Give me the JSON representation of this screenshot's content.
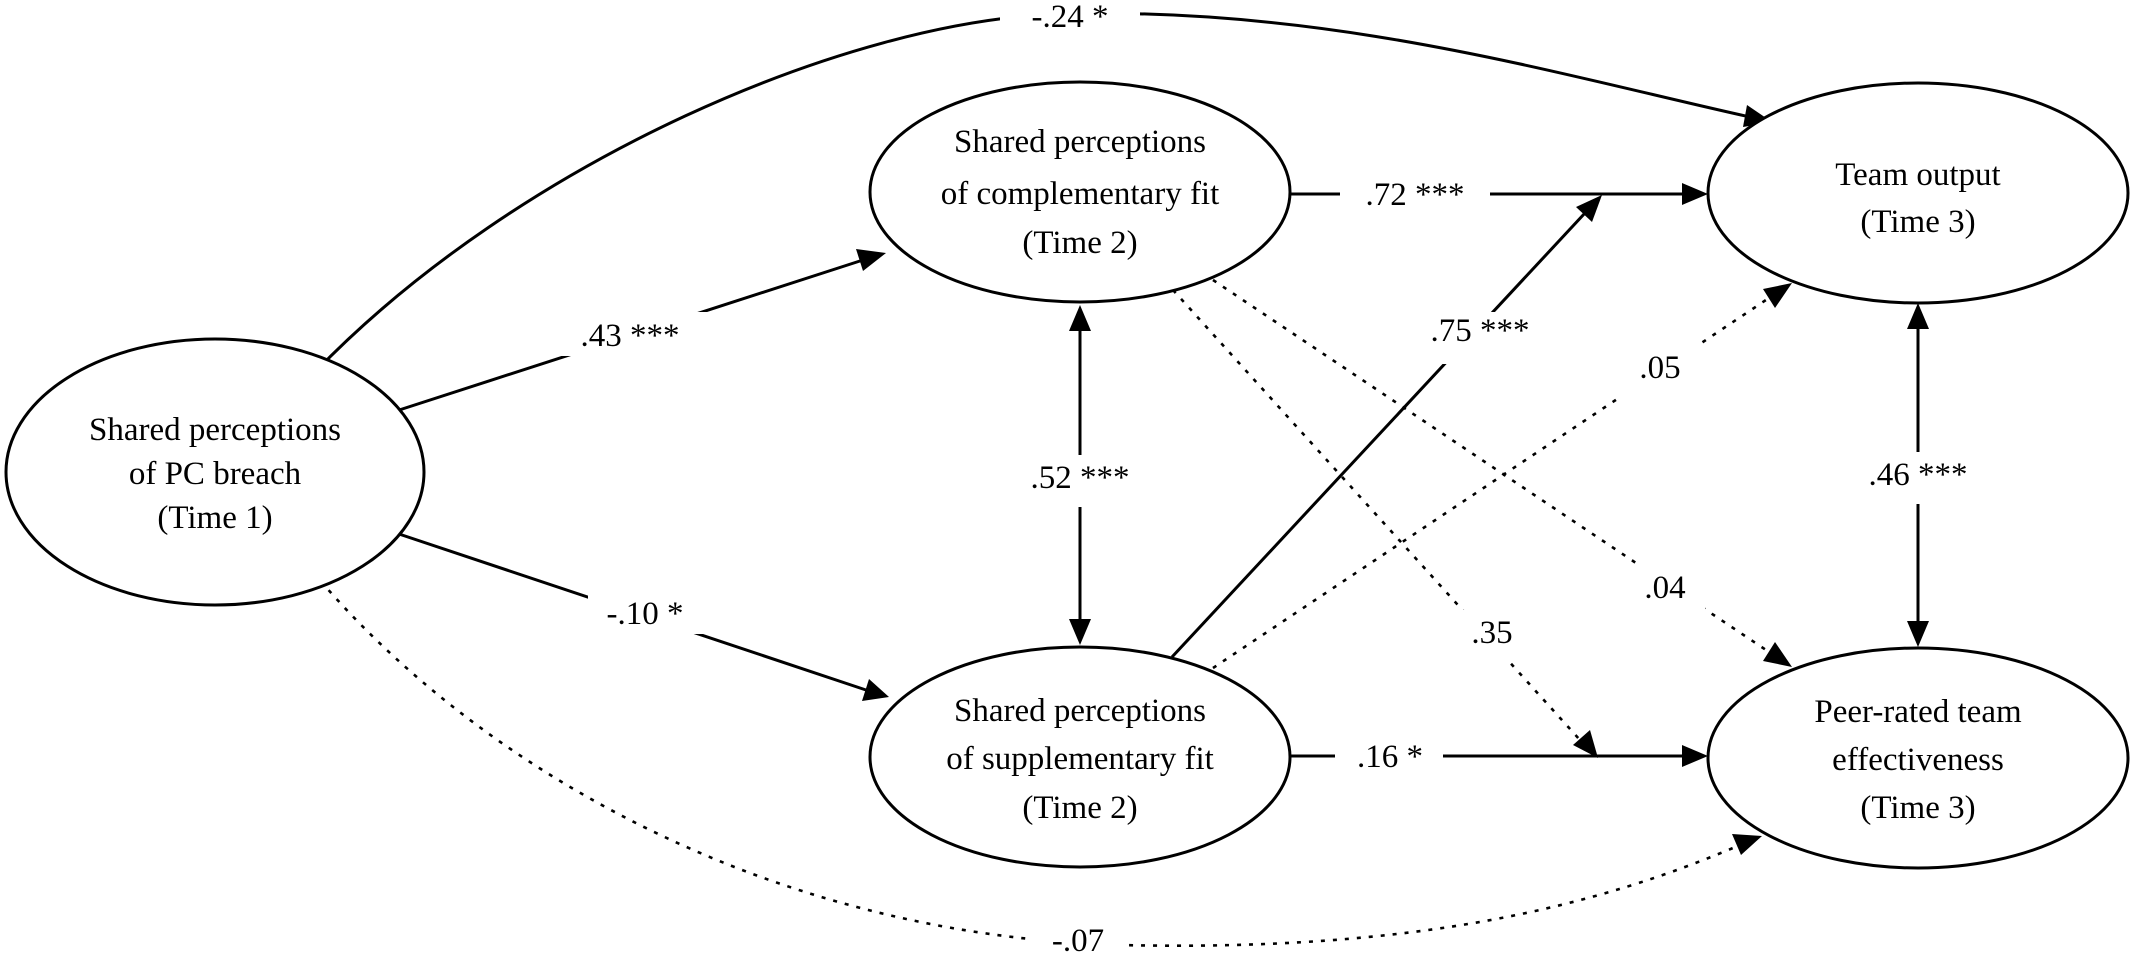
{
  "nodes": {
    "pc_breach": [
      "Shared perceptions",
      "of PC breach",
      "(Time 1)"
    ],
    "complementary_fit": [
      "Shared perceptions",
      "of complementary fit",
      "(Time 2)"
    ],
    "supplementary_fit": [
      "Shared perceptions",
      "of supplementary fit",
      "(Time 2)"
    ],
    "team_output": [
      "Team output",
      "(Time 3)"
    ],
    "team_effectiveness": [
      "Peer-rated team",
      "effectiveness",
      "(Time 3)"
    ]
  },
  "paths": {
    "breach_to_output": {
      "label": "-.24 *",
      "style": "solid"
    },
    "breach_to_complementary": {
      "label": ".43 ***",
      "style": "solid"
    },
    "breach_to_supplementary": {
      "label": "-.10 *",
      "style": "solid"
    },
    "breach_to_effectiveness": {
      "label": "-.07",
      "style": "dashed"
    },
    "complementary_supplementary": {
      "label": ".52 ***",
      "style": "solid"
    },
    "complementary_to_output": {
      "label": ".72 ***",
      "style": "solid"
    },
    "supplementary_to_output": {
      "label": ".75 ***",
      "style": "solid"
    },
    "supplementary_to_output_dashed": {
      "label": ".05",
      "style": "dashed"
    },
    "complementary_to_effectiveness": {
      "label": ".04",
      "style": "dashed"
    },
    "complementary_to_effectiveness_2": {
      "label": ".35",
      "style": "dashed"
    },
    "supplementary_to_effectiveness": {
      "label": ".16 *",
      "style": "solid"
    },
    "output_effectiveness": {
      "label": ".46 ***",
      "style": "solid"
    }
  }
}
